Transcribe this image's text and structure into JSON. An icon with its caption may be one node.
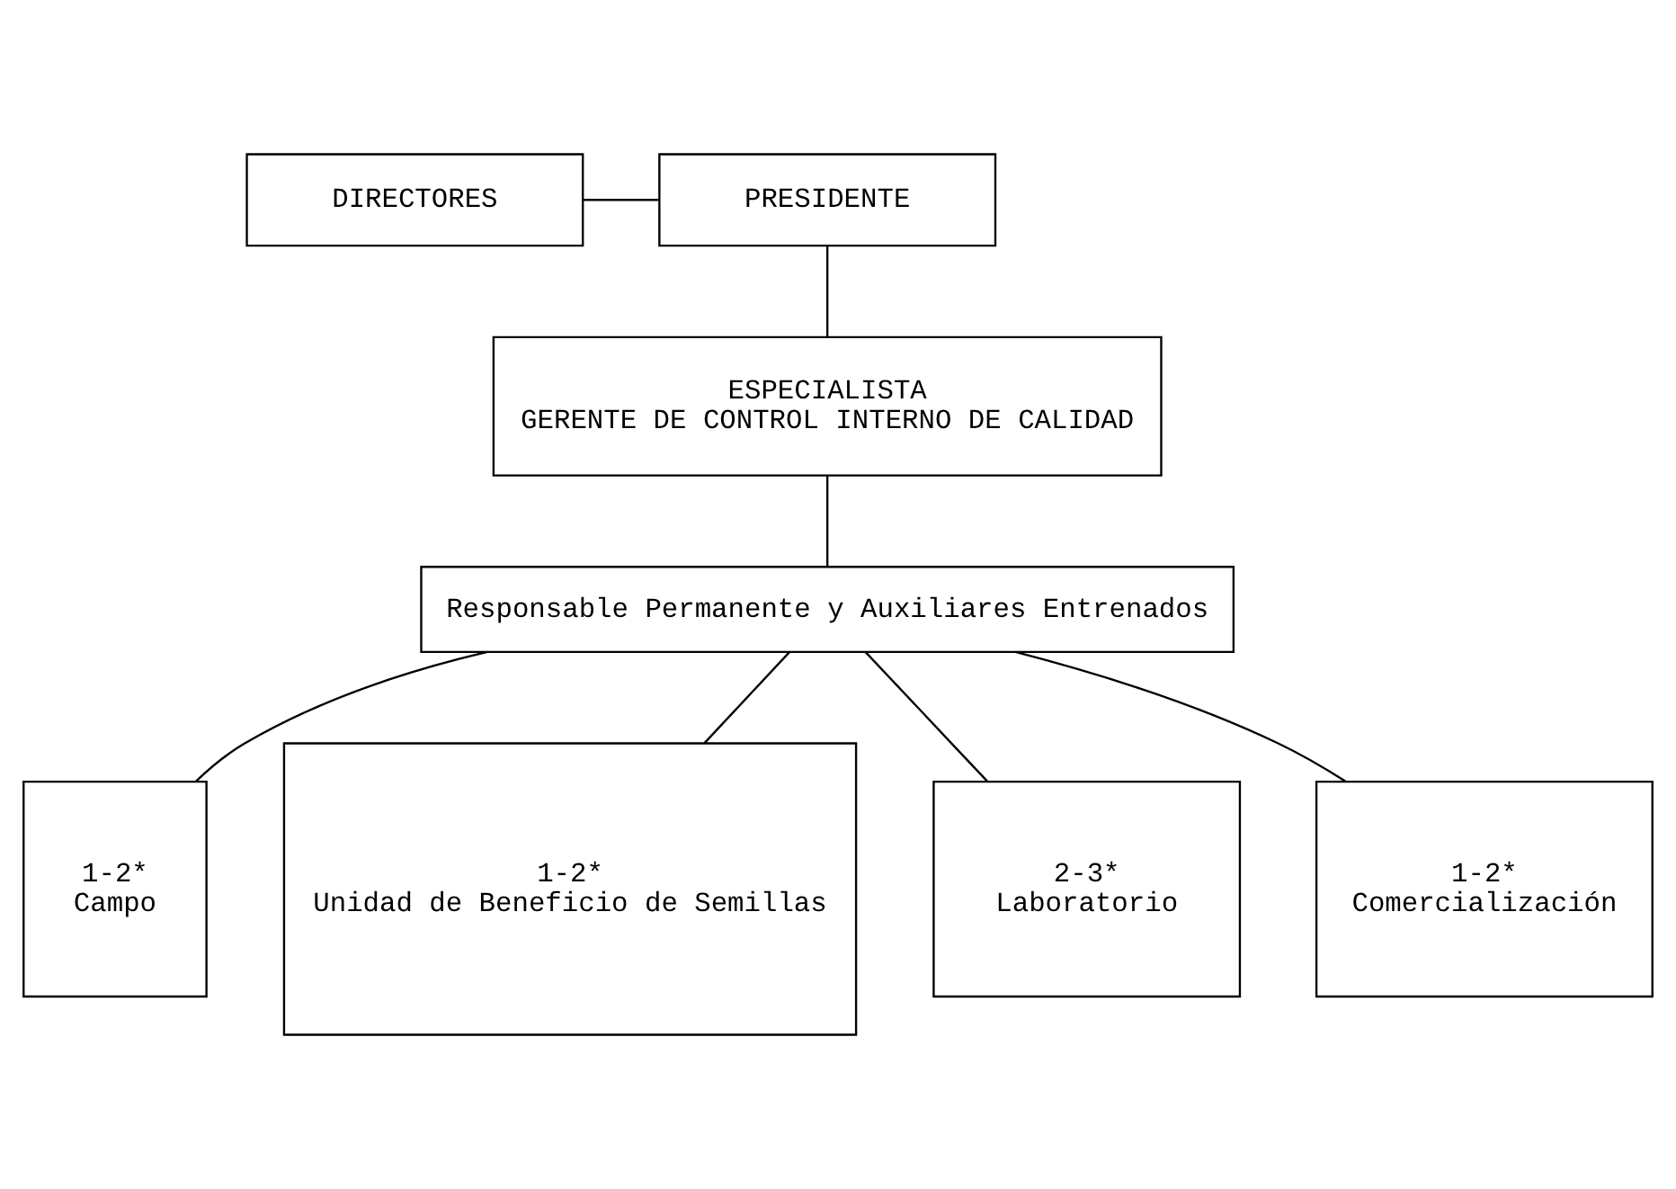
{
  "diagram": {
    "nodes": [
      {
        "text": [
          "DIRECTORES"
        ]
      },
      {
        "text": [
          "PRESIDENTE"
        ]
      },
      {
        "text": [
          "ESPECIALISTA",
          "GERENTE DE CONTROL INTERNO DE CALIDAD"
        ]
      },
      {
        "text": [
          "Responsable Permanente y Auxiliares Entrenados"
        ]
      },
      {
        "text": [
          "1-2*",
          "Campo"
        ]
      },
      {
        "text": [
          "1-2*",
          "Unidad de Beneficio de Semillas"
        ]
      },
      {
        "text": [
          "2-3*",
          "Laboratorio"
        ]
      },
      {
        "text": [
          "1-2*",
          "Comercialización"
        ]
      }
    ],
    "edges": [
      {
        "from": 0,
        "to": 1,
        "arrow": "none"
      },
      {
        "from": 1,
        "to": 2,
        "arrow": "none"
      },
      {
        "from": 2,
        "to": 3,
        "arrow": "none"
      },
      {
        "from": 3,
        "to": 4,
        "arrow": "none"
      },
      {
        "from": 3,
        "to": 5,
        "arrow": "none"
      },
      {
        "from": 3,
        "to": 6,
        "arrow": "none"
      },
      {
        "from": 3,
        "to": 7,
        "arrow": "none"
      }
    ]
  }
}
